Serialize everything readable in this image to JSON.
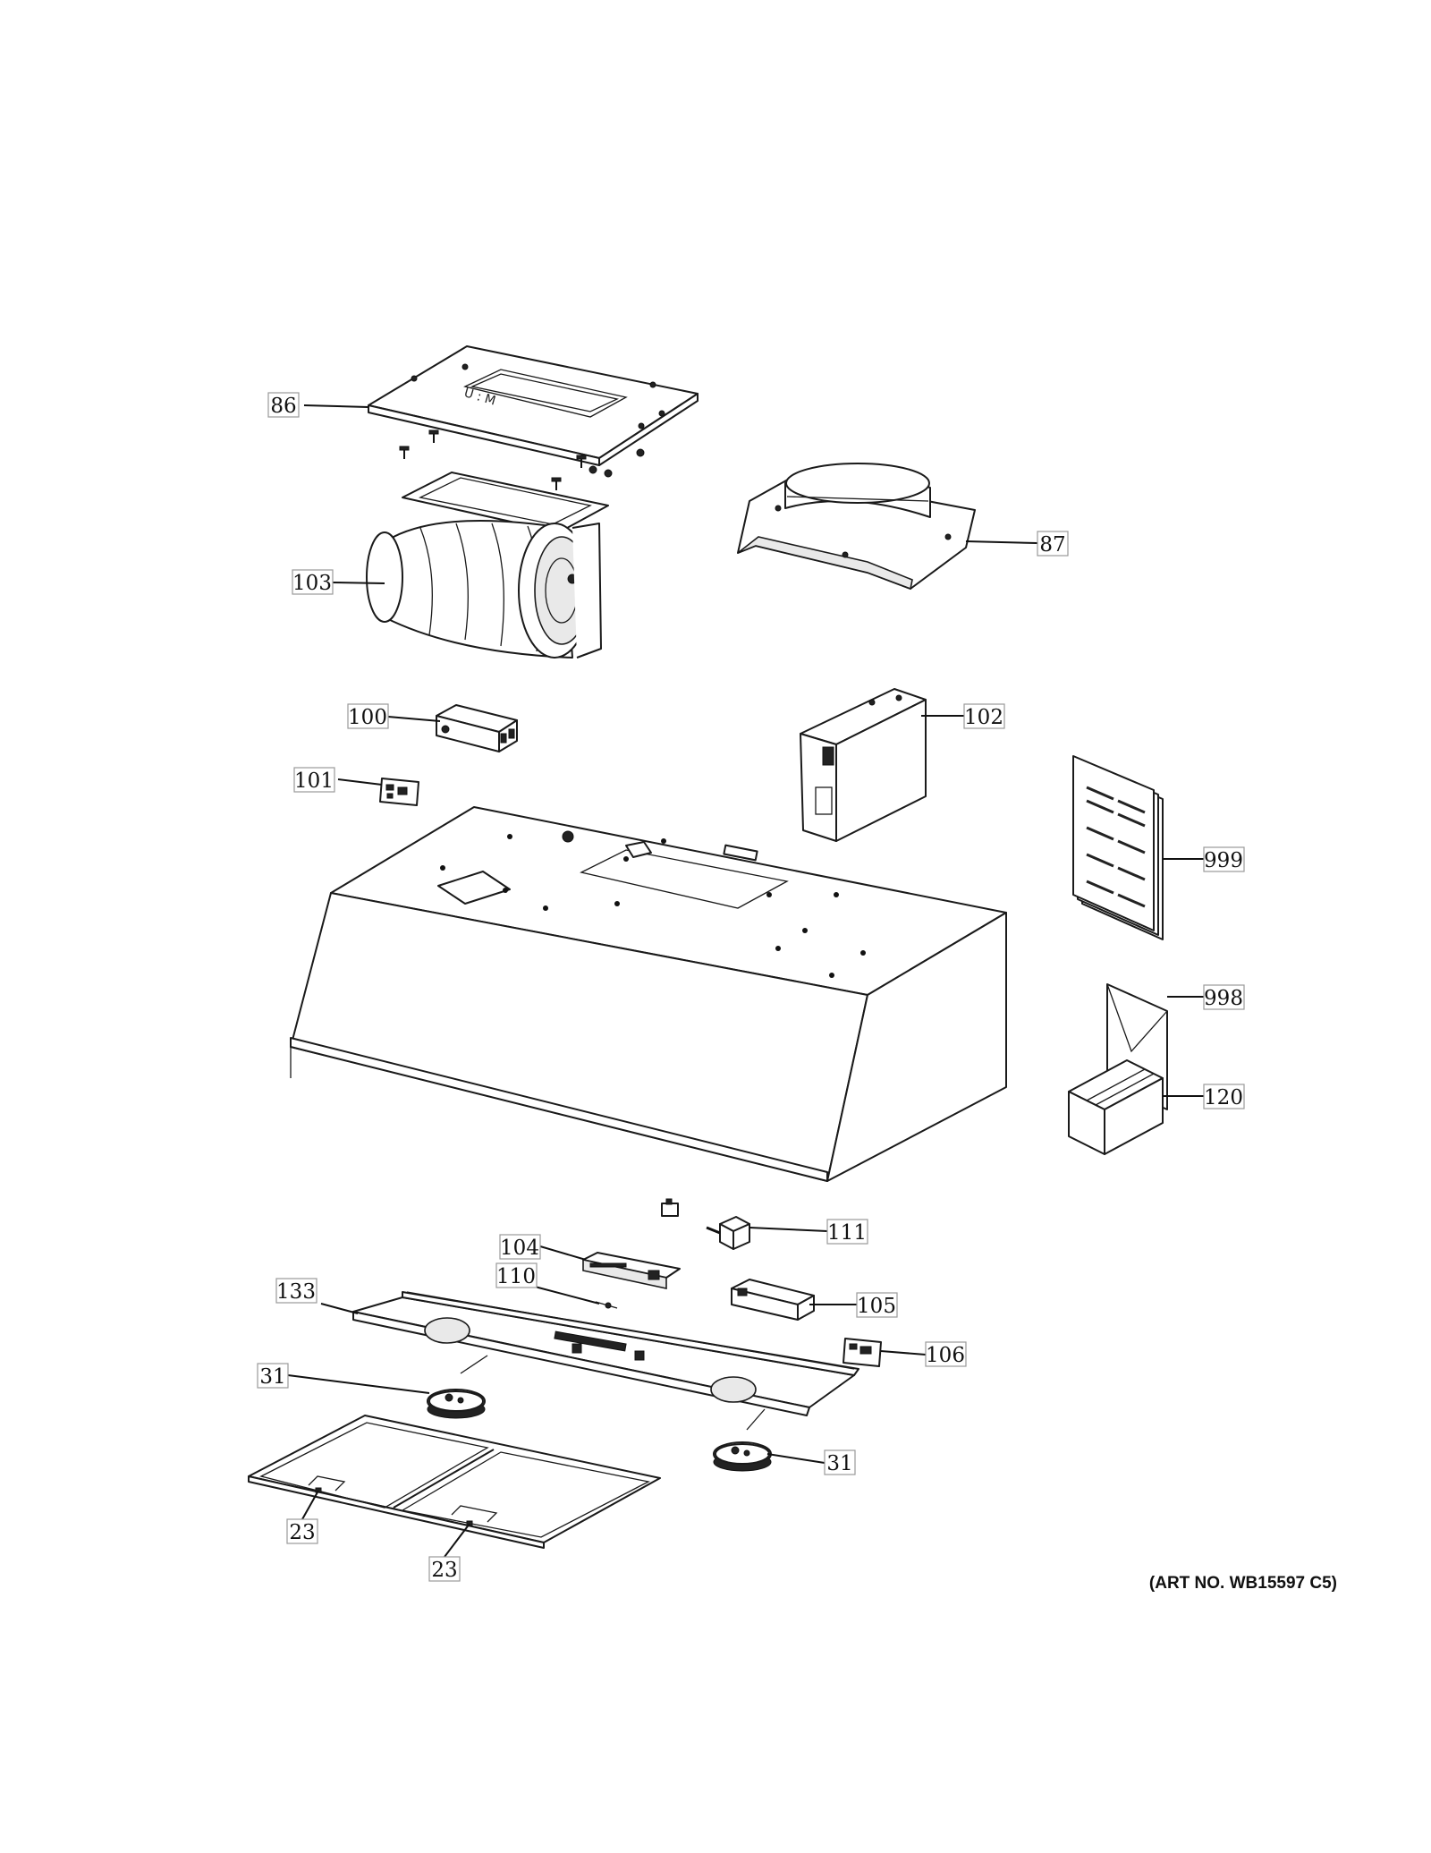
{
  "diagram": {
    "art_number": "(ART NO. WB15597 C5)",
    "callouts": [
      {
        "id": "86",
        "label": "86"
      },
      {
        "id": "87",
        "label": "87"
      },
      {
        "id": "103",
        "label": "103"
      },
      {
        "id": "100",
        "label": "100"
      },
      {
        "id": "102",
        "label": "102"
      },
      {
        "id": "101",
        "label": "101"
      },
      {
        "id": "999",
        "label": "999"
      },
      {
        "id": "998",
        "label": "998"
      },
      {
        "id": "120",
        "label": "120"
      },
      {
        "id": "111",
        "label": "111"
      },
      {
        "id": "104",
        "label": "104"
      },
      {
        "id": "110",
        "label": "110"
      },
      {
        "id": "105",
        "label": "105"
      },
      {
        "id": "133",
        "label": "133"
      },
      {
        "id": "106",
        "label": "106"
      },
      {
        "id": "31a",
        "label": "31"
      },
      {
        "id": "31b",
        "label": "31"
      },
      {
        "id": "23a",
        "label": "23"
      },
      {
        "id": "23b",
        "label": "23"
      }
    ],
    "top_plate_marks": "U : M"
  }
}
